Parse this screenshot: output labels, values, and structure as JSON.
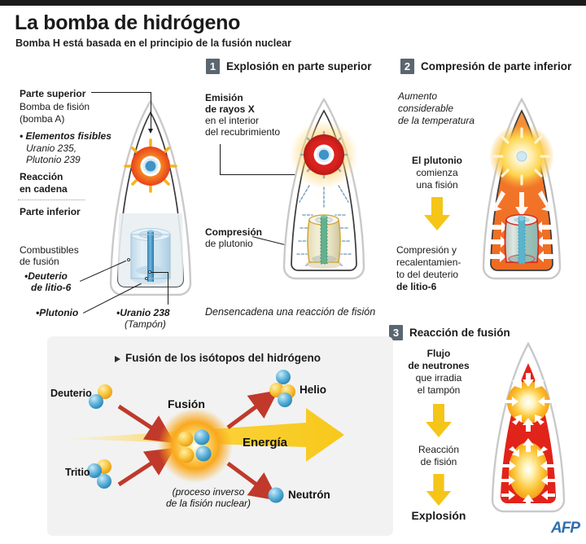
{
  "header": {
    "title": "La bomba de hidrógeno",
    "subtitle": "Bomba H está basada en el principio de la fusión nuclear"
  },
  "colors": {
    "step_badge": "#5a6670",
    "arrow_yellow": "#f5c518",
    "core_orange": "#f07a1e",
    "core_red": "#d8221f",
    "fusion_red_arrow": "#c0392b",
    "afp_blue": "#2d6fb0",
    "panel_bg": "#f2f2f2",
    "shell_outline": "#3a3a3a"
  },
  "diagram0": {
    "labels": {
      "parte_superior": "Parte superior",
      "bomba_fision": "Bomba de fisión",
      "bomba_a": "(bomba A)",
      "elementos_fisibles": "• Elementos fisibles",
      "uranio_235": "Uranio 235,",
      "plutonio_239": "Plutonio 239",
      "reaccion": "Reacción",
      "en_cadena": "en cadena",
      "parte_inferior": "Parte inferior",
      "combustibles": "Combustibles",
      "de_fusion": "de fusión",
      "deuterio": "•Deuterio",
      "de_litio6": "de litio-6",
      "plutonio": "•Plutonio",
      "uranio_238": "•Uranio 238",
      "tampon": "(Tampón)"
    }
  },
  "step1": {
    "number": "1",
    "title": "Explosión en parte superior",
    "emision_l1": "Emisión",
    "emision_l2": "de rayos X",
    "emision_l3": "en el interior",
    "emision_l4": "del recubrimiento",
    "compresion_l1": "Compresión",
    "compresion_l2": "de plutonio",
    "caption": "Densencadena una reacción de fisión"
  },
  "step2": {
    "number": "2",
    "title": "Compresión de parte inferior",
    "aumento_l1": "Aumento",
    "aumento_l2": "considerable",
    "aumento_l3": "de la temperatura",
    "plutonio_l1": "El plutonio",
    "plutonio_l2": "comienza",
    "plutonio_l3": "una fisión",
    "compresion_l1": "Compresión y",
    "compresion_l2": "recalentamien-",
    "compresion_l3": "to del deuterio",
    "compresion_l4": "de litio-6"
  },
  "step3": {
    "number": "3",
    "title": "Reacción de fusión",
    "flujo_l1": "Flujo",
    "flujo_l2": "de neutrones",
    "flujo_l3": "que irradia",
    "flujo_l4": "el tampón",
    "reaccion_l1": "Reacción",
    "reaccion_l2": "de fisión",
    "explosion": "Explosión"
  },
  "fusion": {
    "heading": "Fusión de los isótopos del hidrógeno",
    "deuterio": "Deuterio",
    "tritio": "Tritio",
    "fusion": "Fusión",
    "helio": "Helio",
    "neutron": "Neutrón",
    "energia": "Energía",
    "note_l1": "(proceso inverso",
    "note_l2": "de la fisión nuclear)"
  },
  "footer": {
    "agency": "AFP"
  }
}
